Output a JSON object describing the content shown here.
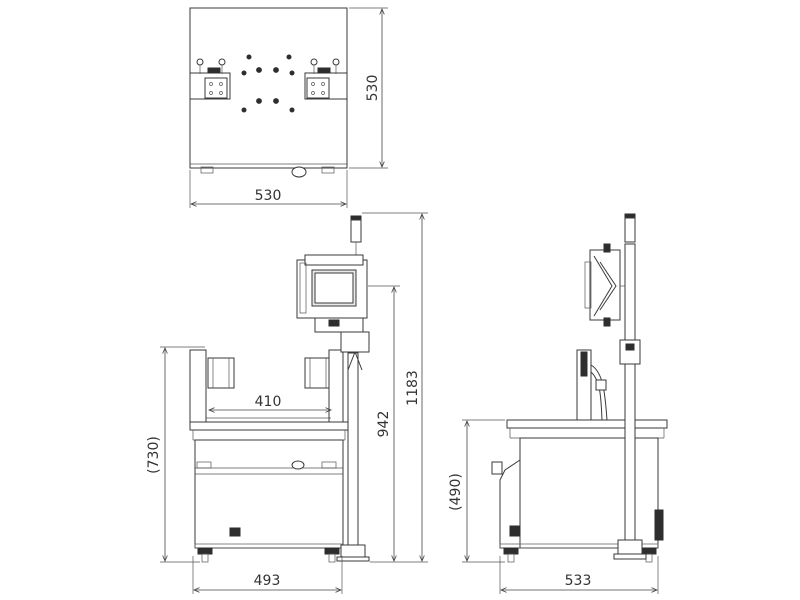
{
  "dimensions": {
    "top_width": "530",
    "top_depth": "530",
    "front_inner_width": "410",
    "front_height_table": "(730)",
    "front_height_panel": "942",
    "front_height_total": "1183",
    "front_base_width": "493",
    "side_height_base": "(490)",
    "side_base_width": "533"
  },
  "colors": {
    "line": "#3a3a3a",
    "fill_light": "#e9e9e9",
    "fill_dark": "#2e2e2e"
  }
}
